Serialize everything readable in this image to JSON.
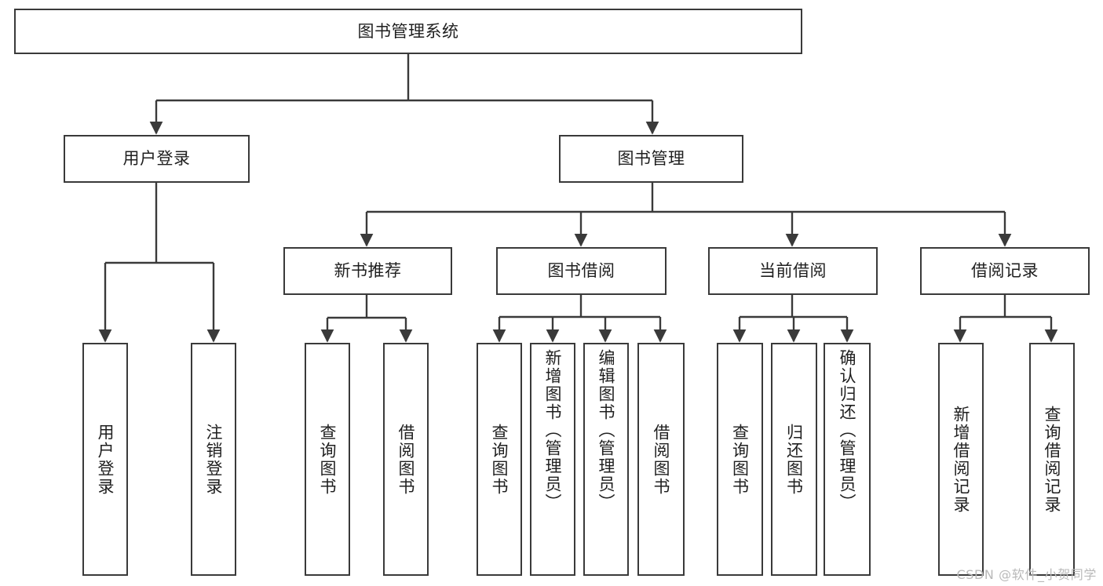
{
  "diagram": {
    "title": "图书管理系统",
    "type": "tree-hierarchy-chart",
    "colors": {
      "background": "#ffffff",
      "stroke": "#3a3a3a",
      "text": "#1f1f1f",
      "watermark": "#b9b9b9"
    },
    "watermark": "CSDN @软件_小贺同学",
    "root": {
      "id": "root",
      "label": "图书管理系统"
    },
    "level2": [
      {
        "id": "user-login",
        "label": "用户登录"
      },
      {
        "id": "book-manage",
        "label": "图书管理"
      }
    ],
    "level3": [
      {
        "id": "new-book-rec",
        "label": "新书推荐"
      },
      {
        "id": "book-borrow",
        "label": "图书借阅"
      },
      {
        "id": "current-borrow",
        "label": "当前借阅"
      },
      {
        "id": "borrow-record",
        "label": "借阅记录"
      }
    ],
    "leaves": {
      "user_login": [
        {
          "id": "leaf-user-login",
          "label": "用户登录"
        },
        {
          "id": "leaf-user-logout",
          "label": "注销登录"
        }
      ],
      "new_book_rec": [
        {
          "id": "leaf-query-book-1",
          "label": "查询图书"
        },
        {
          "id": "leaf-borrow-book-1",
          "label": "借阅图书"
        }
      ],
      "book_borrow": [
        {
          "id": "leaf-query-book-2",
          "label": "查询图书"
        },
        {
          "id": "leaf-add-book",
          "label": "新增图书（管理员）"
        },
        {
          "id": "leaf-edit-book",
          "label": "编辑图书（管理员）"
        },
        {
          "id": "leaf-borrow-book-2",
          "label": "借阅图书"
        }
      ],
      "current_borrow": [
        {
          "id": "leaf-query-book-3",
          "label": "查询图书"
        },
        {
          "id": "leaf-return-book",
          "label": "归还图书"
        },
        {
          "id": "leaf-confirm-return",
          "label": "确认归还（管理员）"
        }
      ],
      "borrow_record": [
        {
          "id": "leaf-add-record",
          "label": "新增借阅记录"
        },
        {
          "id": "leaf-query-record",
          "label": "查询借阅记录"
        }
      ]
    }
  }
}
